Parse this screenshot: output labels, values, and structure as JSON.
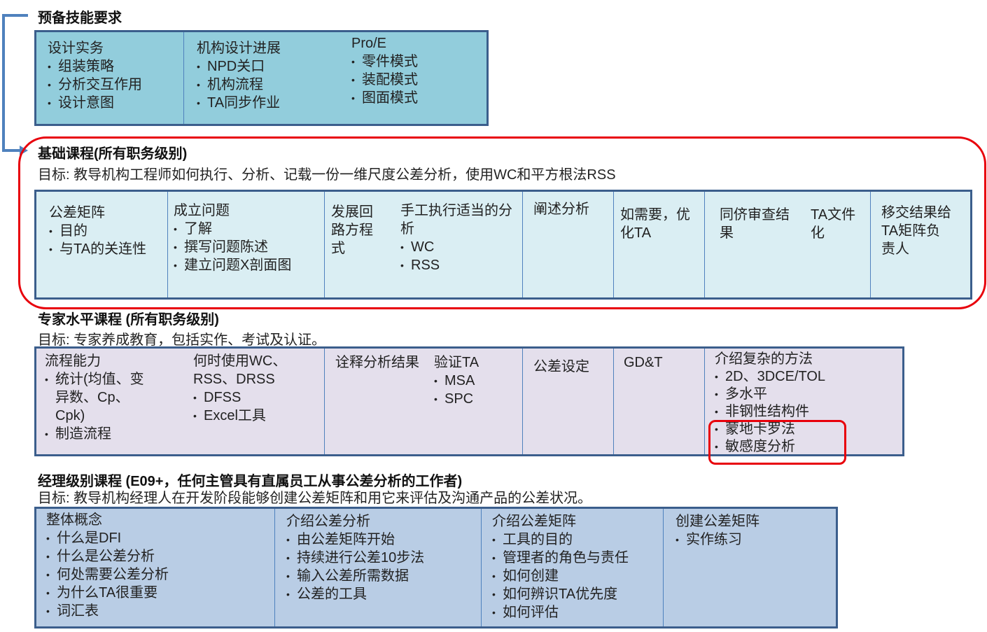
{
  "prereq": {
    "heading": "预备技能要求",
    "columns": [
      {
        "title": "设计实务",
        "items": [
          "组装策略",
          "分析交互作用",
          "设计意图"
        ]
      },
      {
        "title": "机构设计进展",
        "items": [
          "NPD关口",
          "机构流程",
          "TA同步作业"
        ]
      },
      {
        "title": "Pro/E",
        "items": [
          "零件模式",
          "装配模式",
          "图面模式"
        ]
      }
    ]
  },
  "basic": {
    "heading": "基础课程(所有职务级别)",
    "goal": "目标: 教导机构工程师如何执行、分析、记载一份一维尺度公差分析，使用WC和平方根法RSS",
    "columns": [
      {
        "title": "公差矩阵",
        "items": [
          "目的",
          "与TA的关连性"
        ]
      },
      {
        "title": "成立问题",
        "items": [
          "了解",
          "撰写问题陈述",
          "建立问题X剖面图"
        ]
      },
      {
        "title": "发展回路方程式",
        "items": []
      },
      {
        "title": "手工执行适当的分析",
        "items": [
          "WC",
          "RSS"
        ]
      },
      {
        "title": "阐述分析",
        "items": []
      },
      {
        "title": "如需要，优化TA",
        "items": []
      },
      {
        "title": "同侪审查结果",
        "items": []
      },
      {
        "title": "TA文件化",
        "items": []
      },
      {
        "title": "移交结果给TA矩阵负责人",
        "items": []
      }
    ]
  },
  "expert": {
    "heading": "专家水平课程 (所有职务级别)",
    "goal": "目标: 专家养成教育，包括实作、考试及认证。",
    "columns": [
      {
        "title": "流程能力",
        "items": [
          "统计(均值、变异数、Cp、Cpk)",
          "制造流程"
        ]
      },
      {
        "title": "何时使用WC、RSS、DRSS",
        "items": [
          "DFSS",
          "Excel工具"
        ]
      },
      {
        "title": "诠释分析结果",
        "items": []
      },
      {
        "title": "验证TA",
        "items": [
          "MSA",
          "SPC"
        ]
      },
      {
        "title": "公差设定",
        "items": []
      },
      {
        "title": "GD&T",
        "items": []
      },
      {
        "title": "介绍复杂的方法",
        "items": [
          "2D、3DCE/TOL",
          "多水平",
          "非钢性结构件",
          "蒙地卡罗法",
          "敏感度分析"
        ]
      }
    ]
  },
  "manager": {
    "heading": "经理级别课程 (E09+，任何主管具有直属员工从事公差分析的工作者)",
    "goal": "目标: 教导机构经理人在开发阶段能够创建公差矩阵和用它来评估及沟通产品的公差状况。",
    "columns": [
      {
        "title": "整体概念",
        "items": [
          "什么是DFI",
          "什么是公差分析",
          "何处需要公差分析",
          "为什么TA很重要",
          "词汇表"
        ]
      },
      {
        "title": "介绍公差分析",
        "items": [
          "由公差矩阵开始",
          "持续进行公差10步法",
          "输入公差所需数据",
          "公差的工具"
        ]
      },
      {
        "title": "介绍公差矩阵",
        "items": [
          "工具的目的",
          "管理者的角色与责任",
          "如何创建",
          "如何辨识TA优先度",
          "如何评估"
        ]
      },
      {
        "title": "创建公差矩阵",
        "items": [
          "实作练习"
        ]
      }
    ]
  },
  "colors": {
    "prereq_fill": "#92CDDC",
    "basic_fill": "#DAEEF3",
    "expert_fill": "#E4DFEC",
    "manager_fill": "#B9CDE5",
    "border": "#3B5E8C",
    "highlight": "#E8000B",
    "connector": "#4F81BD"
  }
}
